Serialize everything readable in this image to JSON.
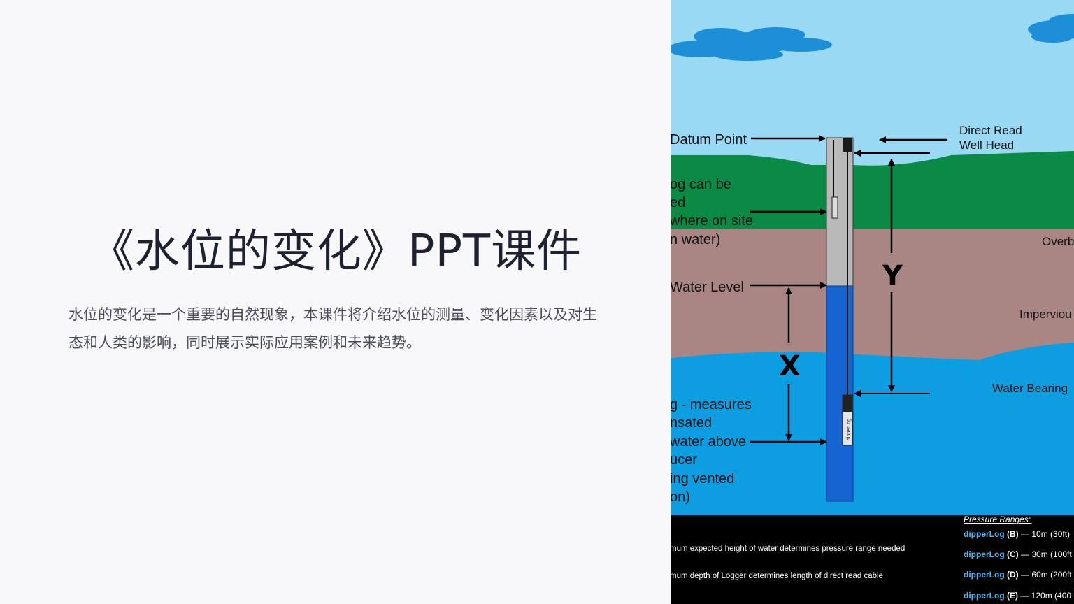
{
  "slide": {
    "title": "《水位的变化》PPT课件",
    "body": "水位的变化是一个重要的自然现象，本课件将介绍水位的测量、变化因素以及对生态和人类的影响，同时展示实际应用案例和未来趋势。"
  },
  "diagram": {
    "labels": {
      "datum_point": "Datum Point",
      "direct_read": "Direct Read",
      "well_head": "Well Head",
      "log_line1": "og can be",
      "log_line2": "ed",
      "log_line3": "where on site",
      "log_line4": "n water)",
      "overburden": "Overb",
      "water_level": "Water Level",
      "impervious": "Imperviou",
      "water_bearing": "Water Bearing",
      "measures_line1": "g - measures",
      "measures_line2": "nsated",
      "measures_line3": "water above",
      "measures_line4": "ucer",
      "measures_line5": "ing vented",
      "measures_line6": "on)",
      "x_marker": "X",
      "y_marker": "Y"
    },
    "footer": {
      "note1": "mum expected height of water determines pressure range needed",
      "note2": "mum depth of Logger determines length of direct read cable",
      "pressure_heading": "Pressure Ranges:",
      "ranges": [
        {
          "brand": "dipperLog",
          "code": " (B)",
          "range": " — 10m (30ft)"
        },
        {
          "brand": "dipperLog",
          "code": " (C)",
          "range": " — 30m (100ft"
        },
        {
          "brand": "dipperLog",
          "code": " (D)",
          "range": " — 60m (200ft"
        },
        {
          "brand": "dipperLog",
          "code": " (E)",
          "range": " — 120m (400"
        }
      ]
    },
    "device_label": "dipperLog",
    "colors": {
      "sky": "#9ad9f3",
      "grass": "#0a8a45",
      "soil": "#a98684",
      "aquifer": "#0c9ee0",
      "well_water": "#1565d0",
      "casing": "#b9b9b9",
      "footer": "#000000",
      "brand": "#4fb4f0"
    }
  }
}
